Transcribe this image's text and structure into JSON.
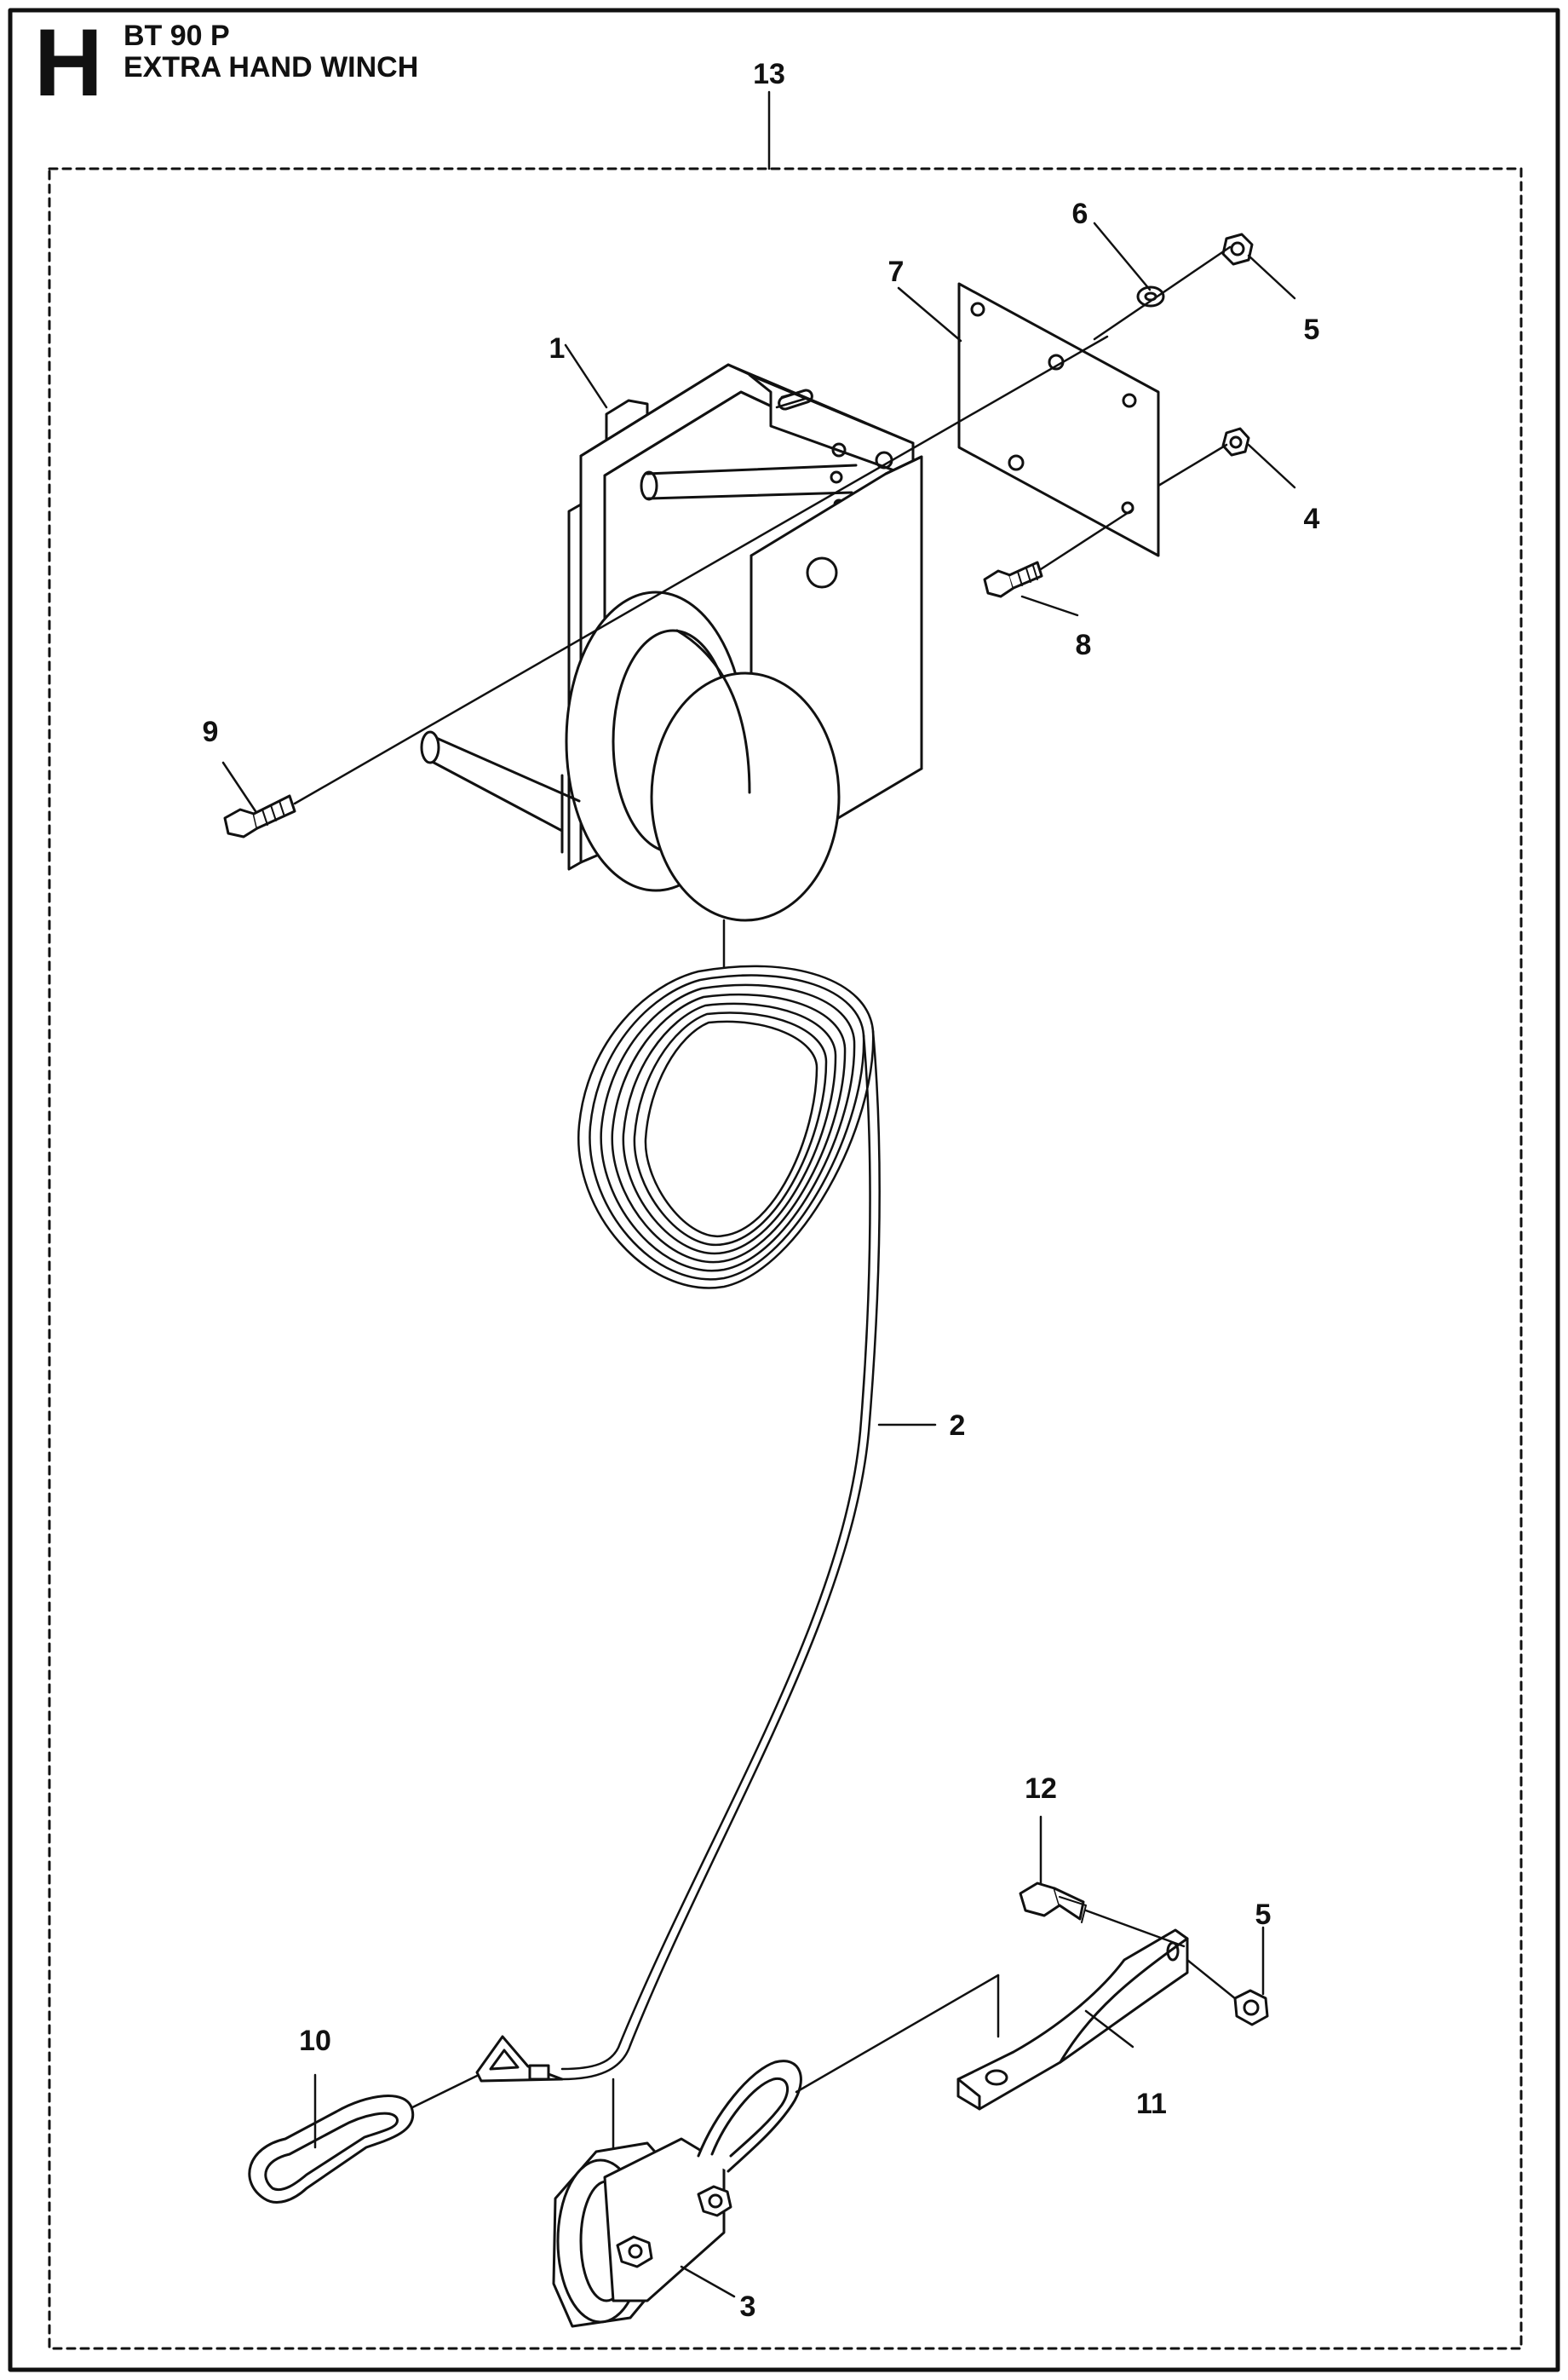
{
  "header": {
    "section_letter": "H",
    "model": "BT 90 P",
    "title": "EXTRA HAND WINCH"
  },
  "callouts": [
    {
      "id": "c13",
      "label": "13"
    },
    {
      "id": "c6",
      "label": "6"
    },
    {
      "id": "c7",
      "label": "7"
    },
    {
      "id": "c5a",
      "label": "5"
    },
    {
      "id": "c1",
      "label": "1"
    },
    {
      "id": "c4",
      "label": "4"
    },
    {
      "id": "c8",
      "label": "8"
    },
    {
      "id": "c9",
      "label": "9"
    },
    {
      "id": "c2",
      "label": "2"
    },
    {
      "id": "c12",
      "label": "12"
    },
    {
      "id": "c5b",
      "label": "5"
    },
    {
      "id": "c10",
      "label": "10"
    },
    {
      "id": "c11",
      "label": "11"
    },
    {
      "id": "c3",
      "label": "3"
    }
  ],
  "colors": {
    "ink": "#111111",
    "paper": "#ffffff",
    "shade": "#d9d9d9"
  }
}
